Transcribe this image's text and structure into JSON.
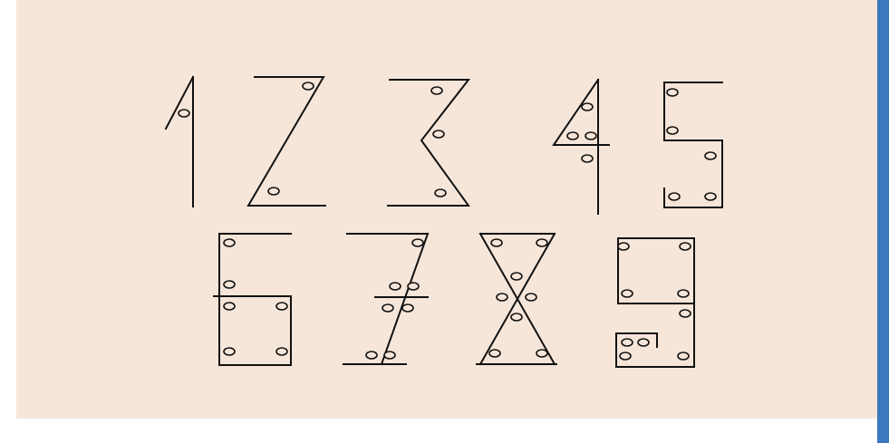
{
  "figure": {
    "description_shapes": [
      "digit-1",
      "digit-2",
      "digit-3",
      "digit-4",
      "digit-5",
      "digit-6",
      "digit-7",
      "digit-8",
      "digit-9"
    ],
    "colors": {
      "background": "#f6e6d9",
      "stroke": "#111111",
      "accent_bar": "#3c78be"
    }
  }
}
